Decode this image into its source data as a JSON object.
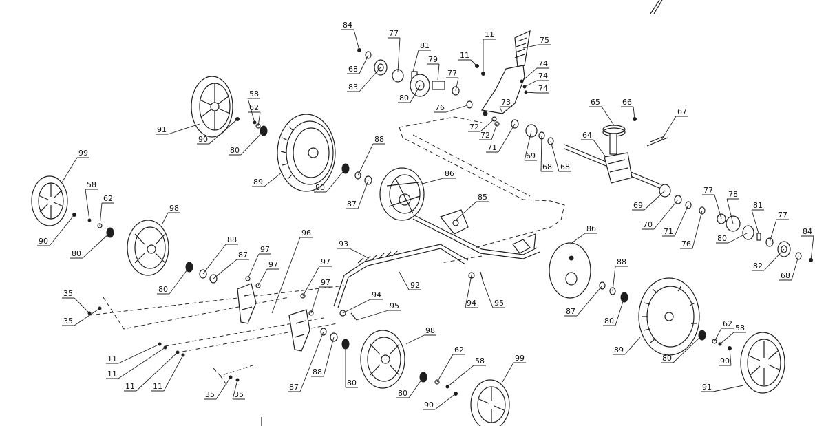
{
  "callouts": [
    {
      "id": "c84a",
      "text": "84"
    },
    {
      "id": "c68a",
      "text": "68"
    },
    {
      "id": "c77a",
      "text": "77"
    },
    {
      "id": "c81a",
      "text": "81"
    },
    {
      "id": "c83",
      "text": "83"
    },
    {
      "id": "c79",
      "text": "79"
    },
    {
      "id": "c80a",
      "text": "80"
    },
    {
      "id": "c77b",
      "text": "77"
    },
    {
      "id": "c76a",
      "text": "76"
    },
    {
      "id": "c11a",
      "text": "11"
    },
    {
      "id": "c11b",
      "text": "11"
    },
    {
      "id": "c75",
      "text": "75"
    },
    {
      "id": "c74a",
      "text": "74"
    },
    {
      "id": "c74b",
      "text": "74"
    },
    {
      "id": "c74c",
      "text": "74"
    },
    {
      "id": "c73",
      "text": "73"
    },
    {
      "id": "c72a",
      "text": "72"
    },
    {
      "id": "c72b",
      "text": "72"
    },
    {
      "id": "c71a",
      "text": "71"
    },
    {
      "id": "c69a",
      "text": "69"
    },
    {
      "id": "c68b",
      "text": "68"
    },
    {
      "id": "c68c",
      "text": "68"
    },
    {
      "id": "c65",
      "text": "65"
    },
    {
      "id": "c66",
      "text": "66"
    },
    {
      "id": "c67",
      "text": "67"
    },
    {
      "id": "c64",
      "text": "64"
    },
    {
      "id": "c91a",
      "text": "91"
    },
    {
      "id": "c90a",
      "text": "90"
    },
    {
      "id": "c58a",
      "text": "58"
    },
    {
      "id": "c62a",
      "text": "62"
    },
    {
      "id": "c80b",
      "text": "80"
    },
    {
      "id": "c89a",
      "text": "89"
    },
    {
      "id": "c80c",
      "text": "80"
    },
    {
      "id": "c88a",
      "text": "88"
    },
    {
      "id": "c87a",
      "text": "87"
    },
    {
      "id": "c86a",
      "text": "86"
    },
    {
      "id": "c85",
      "text": "85"
    },
    {
      "id": "c99a",
      "text": "99"
    },
    {
      "id": "c58b",
      "text": "58"
    },
    {
      "id": "c62b",
      "text": "62"
    },
    {
      "id": "c90b",
      "text": "90"
    },
    {
      "id": "c80d",
      "text": "80"
    },
    {
      "id": "c98a",
      "text": "98"
    },
    {
      "id": "c88b",
      "text": "88"
    },
    {
      "id": "c87b",
      "text": "87"
    },
    {
      "id": "c80e",
      "text": "80"
    },
    {
      "id": "c96",
      "text": "96"
    },
    {
      "id": "c97a",
      "text": "97"
    },
    {
      "id": "c97b",
      "text": "97"
    },
    {
      "id": "c97c",
      "text": "97"
    },
    {
      "id": "c97d",
      "text": "97"
    },
    {
      "id": "c93",
      "text": "93"
    },
    {
      "id": "c92",
      "text": "92"
    },
    {
      "id": "c94a",
      "text": "94"
    },
    {
      "id": "c95a",
      "text": "95"
    },
    {
      "id": "c94b",
      "text": "94"
    },
    {
      "id": "c95b",
      "text": "95"
    },
    {
      "id": "c35a",
      "text": "35"
    },
    {
      "id": "c35b",
      "text": "35"
    },
    {
      "id": "c11c",
      "text": "11"
    },
    {
      "id": "c11d",
      "text": "11"
    },
    {
      "id": "c11e",
      "text": "11"
    },
    {
      "id": "c11f",
      "text": "11"
    },
    {
      "id": "c35c",
      "text": "35"
    },
    {
      "id": "c35d",
      "text": "35"
    },
    {
      "id": "c87c",
      "text": "87"
    },
    {
      "id": "c88c",
      "text": "88"
    },
    {
      "id": "c80f",
      "text": "80"
    },
    {
      "id": "c98b",
      "text": "98"
    },
    {
      "id": "c62c",
      "text": "62"
    },
    {
      "id": "c58c",
      "text": "58"
    },
    {
      "id": "c80g",
      "text": "80"
    },
    {
      "id": "c90c",
      "text": "90"
    },
    {
      "id": "c99b",
      "text": "99"
    },
    {
      "id": "c86b",
      "text": "86"
    },
    {
      "id": "c87d",
      "text": "87"
    },
    {
      "id": "c88d",
      "text": "88"
    },
    {
      "id": "c80h",
      "text": "80"
    },
    {
      "id": "c89b",
      "text": "89"
    },
    {
      "id": "c80i",
      "text": "80"
    },
    {
      "id": "c62d",
      "text": "62"
    },
    {
      "id": "c58d",
      "text": "58"
    },
    {
      "id": "c90d",
      "text": "90"
    },
    {
      "id": "c91b",
      "text": "91"
    },
    {
      "id": "c69b",
      "text": "69"
    },
    {
      "id": "c70",
      "text": "70"
    },
    {
      "id": "c71b",
      "text": "71"
    },
    {
      "id": "c76b",
      "text": "76"
    },
    {
      "id": "c77c",
      "text": "77"
    },
    {
      "id": "c78",
      "text": "78"
    },
    {
      "id": "c80j",
      "text": "80"
    },
    {
      "id": "c81b",
      "text": "81"
    },
    {
      "id": "c77d",
      "text": "77"
    },
    {
      "id": "c84b",
      "text": "84"
    },
    {
      "id": "c82",
      "text": "82"
    },
    {
      "id": "c68d",
      "text": "68"
    }
  ]
}
